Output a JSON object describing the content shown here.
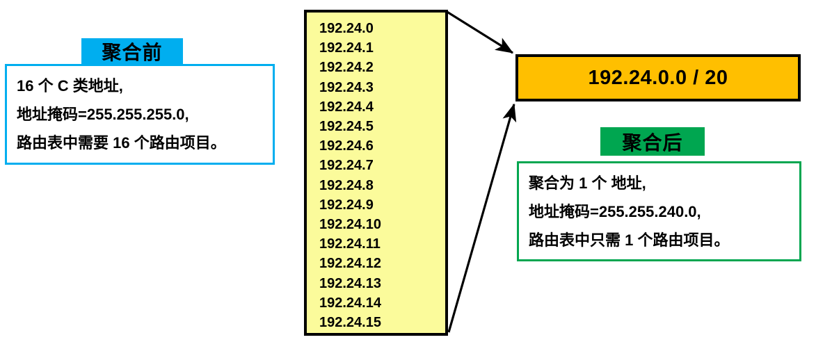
{
  "diagram": {
    "title_implied": "CIDR route aggregation",
    "before": {
      "tab_label": "聚合前",
      "tab_color": "#00AEEF",
      "border_color": "#00AEEF",
      "lines": [
        "16 个 C 类地址,",
        "地址掩码=255.255.255.0,",
        "路由表中需要 16 个路由项目。"
      ]
    },
    "after": {
      "tab_label": "聚合后",
      "tab_color": "#00A650",
      "border_color": "#00A650",
      "lines": [
        "聚合为 1 个 地址,",
        "地址掩码=255.255.240.0,",
        "路由表中只需 1 个路由项目。"
      ]
    },
    "address_list": {
      "fill_color": "#FBFB9B",
      "border_color": "#000000",
      "addresses": [
        "192.24.0",
        "192.24.1",
        "192.24.2",
        "192.24.3",
        "192.24.4",
        "192.24.5",
        "192.24.6",
        "192.24.7",
        "192.24.8",
        "192.24.9",
        "192.24.10",
        "192.24.11",
        "192.24.12",
        "192.24.13",
        "192.24.14",
        "192.24.15"
      ]
    },
    "aggregate": {
      "label": "192.24.0.0 / 20",
      "fill_color": "#FFBF00",
      "border_color": "#000000"
    },
    "arrows": [
      {
        "name": "top-arrow",
        "from": "address-list-top-right",
        "to": "aggregate-box-top-left"
      },
      {
        "name": "bottom-arrow",
        "from": "address-list-bottom-right",
        "to": "aggregate-box-bottom-left"
      }
    ]
  }
}
